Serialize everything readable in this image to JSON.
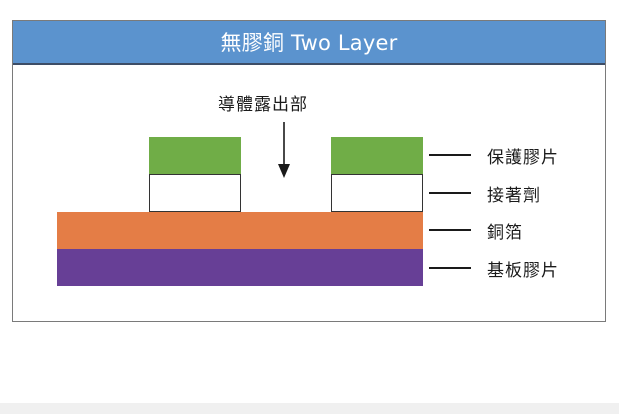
{
  "title": "無膠銅 Two Layer",
  "exposed_label": "導體露出部",
  "legend": [
    {
      "label": "保護膠片",
      "color": "#70ad47"
    },
    {
      "label": "接著劑",
      "color": "#ffffff"
    },
    {
      "label": "銅箔",
      "color": "#e47d46"
    },
    {
      "label": "基板膠片",
      "color": "#673f96"
    }
  ],
  "colors": {
    "title_bar": "#5b93ce",
    "coverlay": "#70ad47",
    "adhesive": "#ffffff",
    "copper_foil": "#e47d46",
    "base_film": "#673f96"
  },
  "icons": {
    "arrow": "down-arrow-icon"
  }
}
